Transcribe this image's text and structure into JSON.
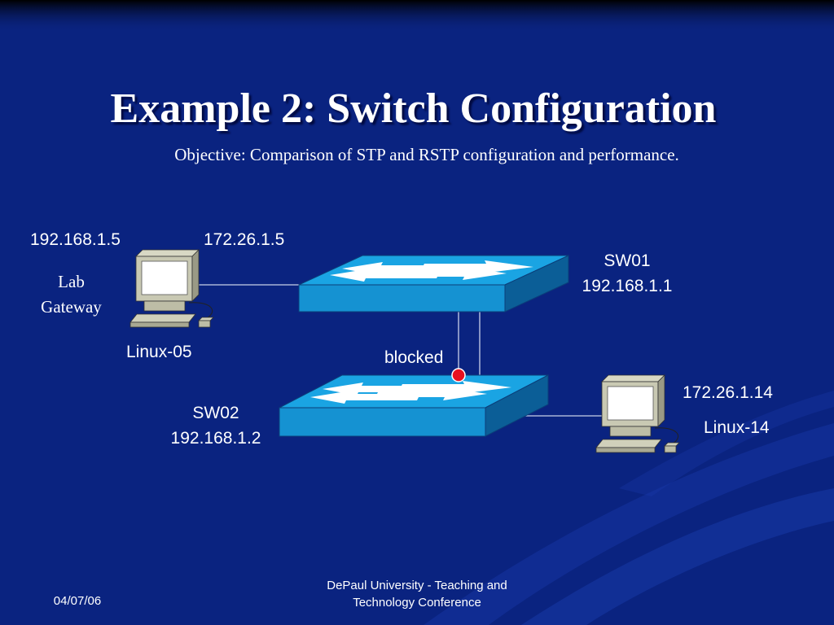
{
  "slide": {
    "title": "Example 2: Switch Configuration",
    "subtitle": "Objective: Comparison of STP and RSTP configuration and performance."
  },
  "nodes": {
    "linux05": {
      "ip_left": "192.168.1.5",
      "ip_right": "172.26.1.5",
      "role_line1": "Lab",
      "role_line2": "Gateway",
      "name": "Linux-05"
    },
    "sw01": {
      "name": "SW01",
      "ip": "192.168.1.1"
    },
    "sw02": {
      "name": "SW02",
      "ip": "192.168.1.2"
    },
    "linux14": {
      "ip": "172.26.1.14",
      "name": "Linux-14"
    }
  },
  "link_state": {
    "blocked_label": "blocked",
    "blocked_color": "#e8101e"
  },
  "colors": {
    "background": "#0a2380",
    "switch_top": "#1aa4e3",
    "switch_front": "#1592d2",
    "switch_side": "#0b5e97"
  },
  "footer": {
    "date": "04/07/06",
    "org_line1": "DePaul University - Teaching and",
    "org_line2": "Technology Conference"
  }
}
